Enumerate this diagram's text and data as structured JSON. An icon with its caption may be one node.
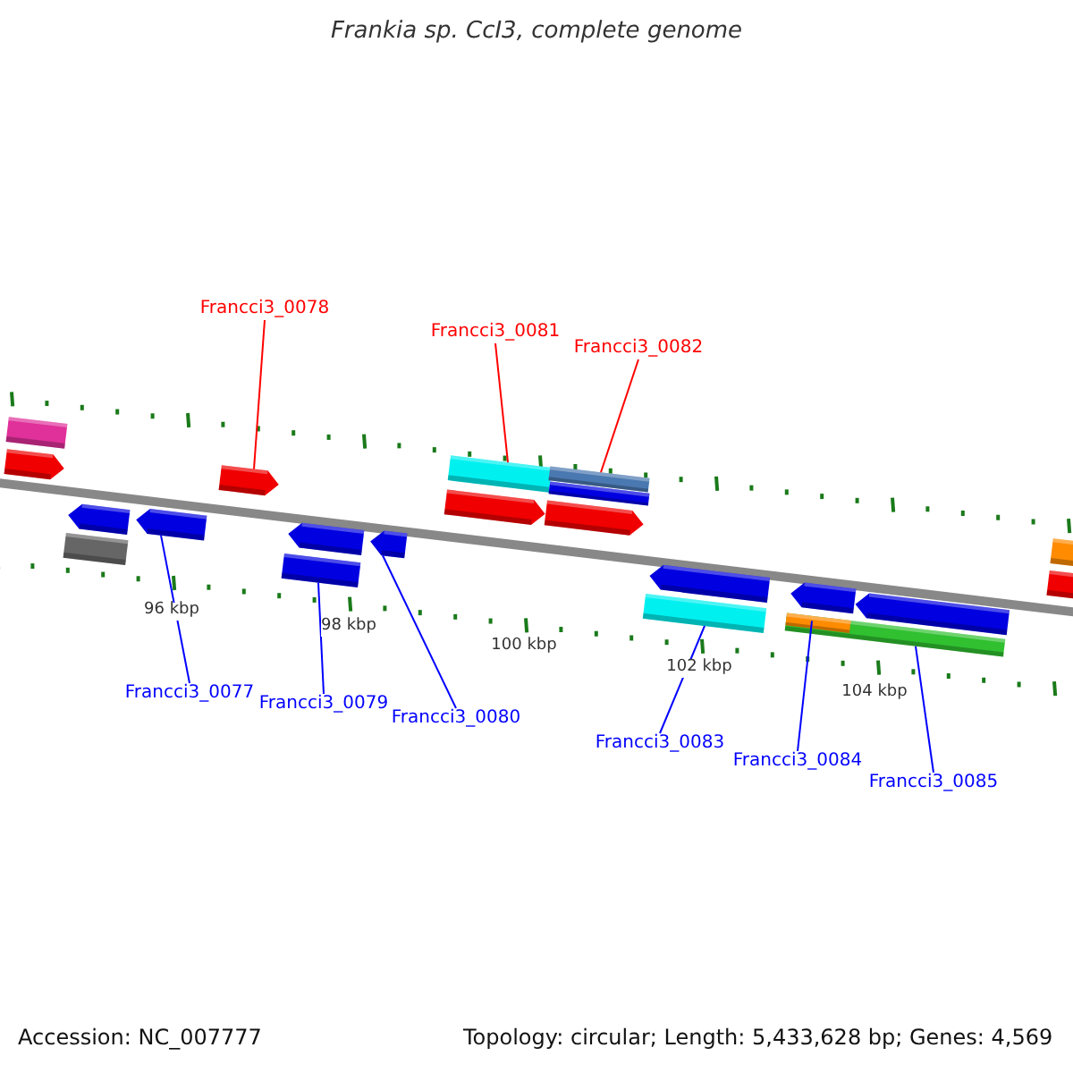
{
  "diagram": {
    "title": "Frankia sp. CcI3, complete genome",
    "nodes": [
      {
        "text": [
          "Francci3_0078"
        ]
      },
      {
        "text": [
          "Francci3_0081"
        ]
      },
      {
        "text": [
          "Francci3_0082"
        ]
      },
      {
        "text": [
          "Francci3_0077"
        ]
      },
      {
        "text": [
          "Francci3_0079"
        ]
      },
      {
        "text": [
          "Francci3_0080"
        ]
      },
      {
        "text": [
          "Francci3_0083"
        ]
      },
      {
        "text": [
          "Francci3_0084"
        ]
      },
      {
        "text": [
          "Francci3_0085"
        ]
      },
      {
        "text": [],
        "shape": "arrow"
      },
      {
        "text": [],
        "shape": "box"
      },
      {
        "text": [],
        "shape": "box"
      },
      {
        "text": [],
        "shape": "arrow"
      },
      {
        "text": [],
        "shape": "arrow"
      },
      {
        "text": [],
        "shape": "arrow"
      },
      {
        "text": [],
        "shape": "box"
      },
      {
        "text": [],
        "shape": "arrow"
      },
      {
        "text": [],
        "shape": "arrow"
      },
      {
        "text": [],
        "shape": "arrow"
      },
      {
        "text": [],
        "shape": "box"
      },
      {
        "text": [],
        "shape": "arrow"
      },
      {
        "text": [],
        "shape": "box"
      },
      {
        "text": [],
        "shape": "box"
      },
      {
        "text": [],
        "shape": "box"
      },
      {
        "text": [],
        "shape": "arrow"
      },
      {
        "text": [],
        "shape": "box"
      },
      {
        "text": [],
        "shape": "box",
        "in": 25
      },
      {
        "text": [],
        "shape": "arrow"
      },
      {
        "text": [],
        "shape": "arrow"
      },
      {
        "text": [],
        "shape": "box"
      },
      {
        "text": [],
        "shape": "box"
      }
    ],
    "edges": [
      {
        "from": 0,
        "to": 14,
        "arrow": "none",
        "color": "#ff0000"
      },
      {
        "from": 1,
        "to": 19,
        "arrow": "none",
        "color": "#ff0000"
      },
      {
        "from": 2,
        "to": 21,
        "arrow": "none",
        "color": "#ff0000"
      },
      {
        "from": 3,
        "to": 13,
        "arrow": "none"
      },
      {
        "from": 4,
        "to": 15,
        "arrow": "none"
      },
      {
        "from": 5,
        "to": 17,
        "arrow": "none"
      },
      {
        "from": 6,
        "to": 23,
        "arrow": "none"
      },
      {
        "from": 7,
        "to": 26,
        "arrow": "none"
      },
      {
        "from": 8,
        "to": 25,
        "arrow": "none"
      }
    ],
    "labels": [
      "96 kbp",
      "98 kbp",
      "100 kbp",
      "102 kbp",
      "104 kbp",
      "Accession: NC_007777",
      "Topology: circular; Length: 5,433,628 bp; Genes: 4,569"
    ]
  }
}
